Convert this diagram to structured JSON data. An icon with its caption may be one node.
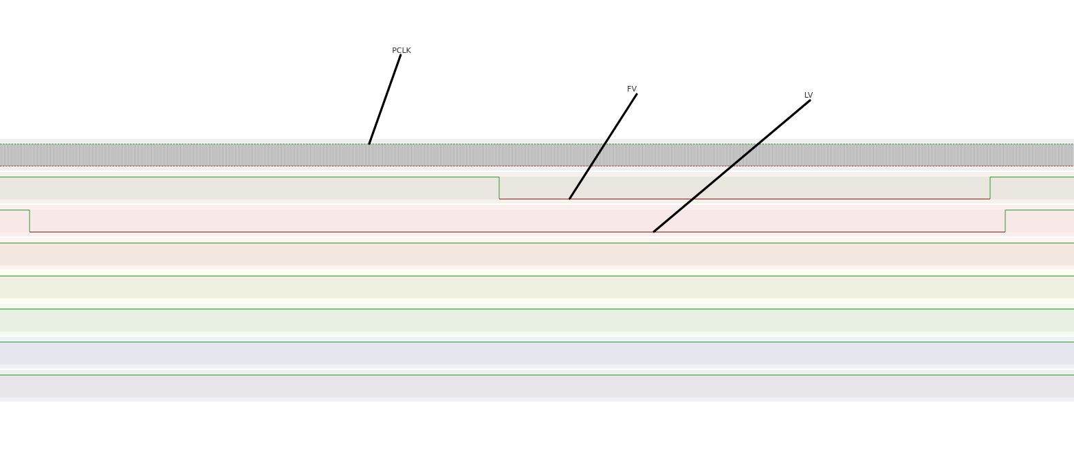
{
  "diagram": {
    "nodes": [
      {
        "text": [
          "PCLK"
        ]
      },
      {
        "text": [
          "FV"
        ]
      },
      {
        "text": [
          "LV"
        ]
      },
      {
        "text": [],
        "shape": "line"
      },
      {
        "text": [],
        "shape": "line"
      },
      {
        "text": [],
        "shape": "line"
      }
    ],
    "edges": [
      {
        "from": 0,
        "to": 3,
        "arrow": "none"
      },
      {
        "from": 1,
        "to": 4,
        "arrow": "none"
      },
      {
        "from": 2,
        "to": 5,
        "arrow": "none"
      }
    ]
  }
}
